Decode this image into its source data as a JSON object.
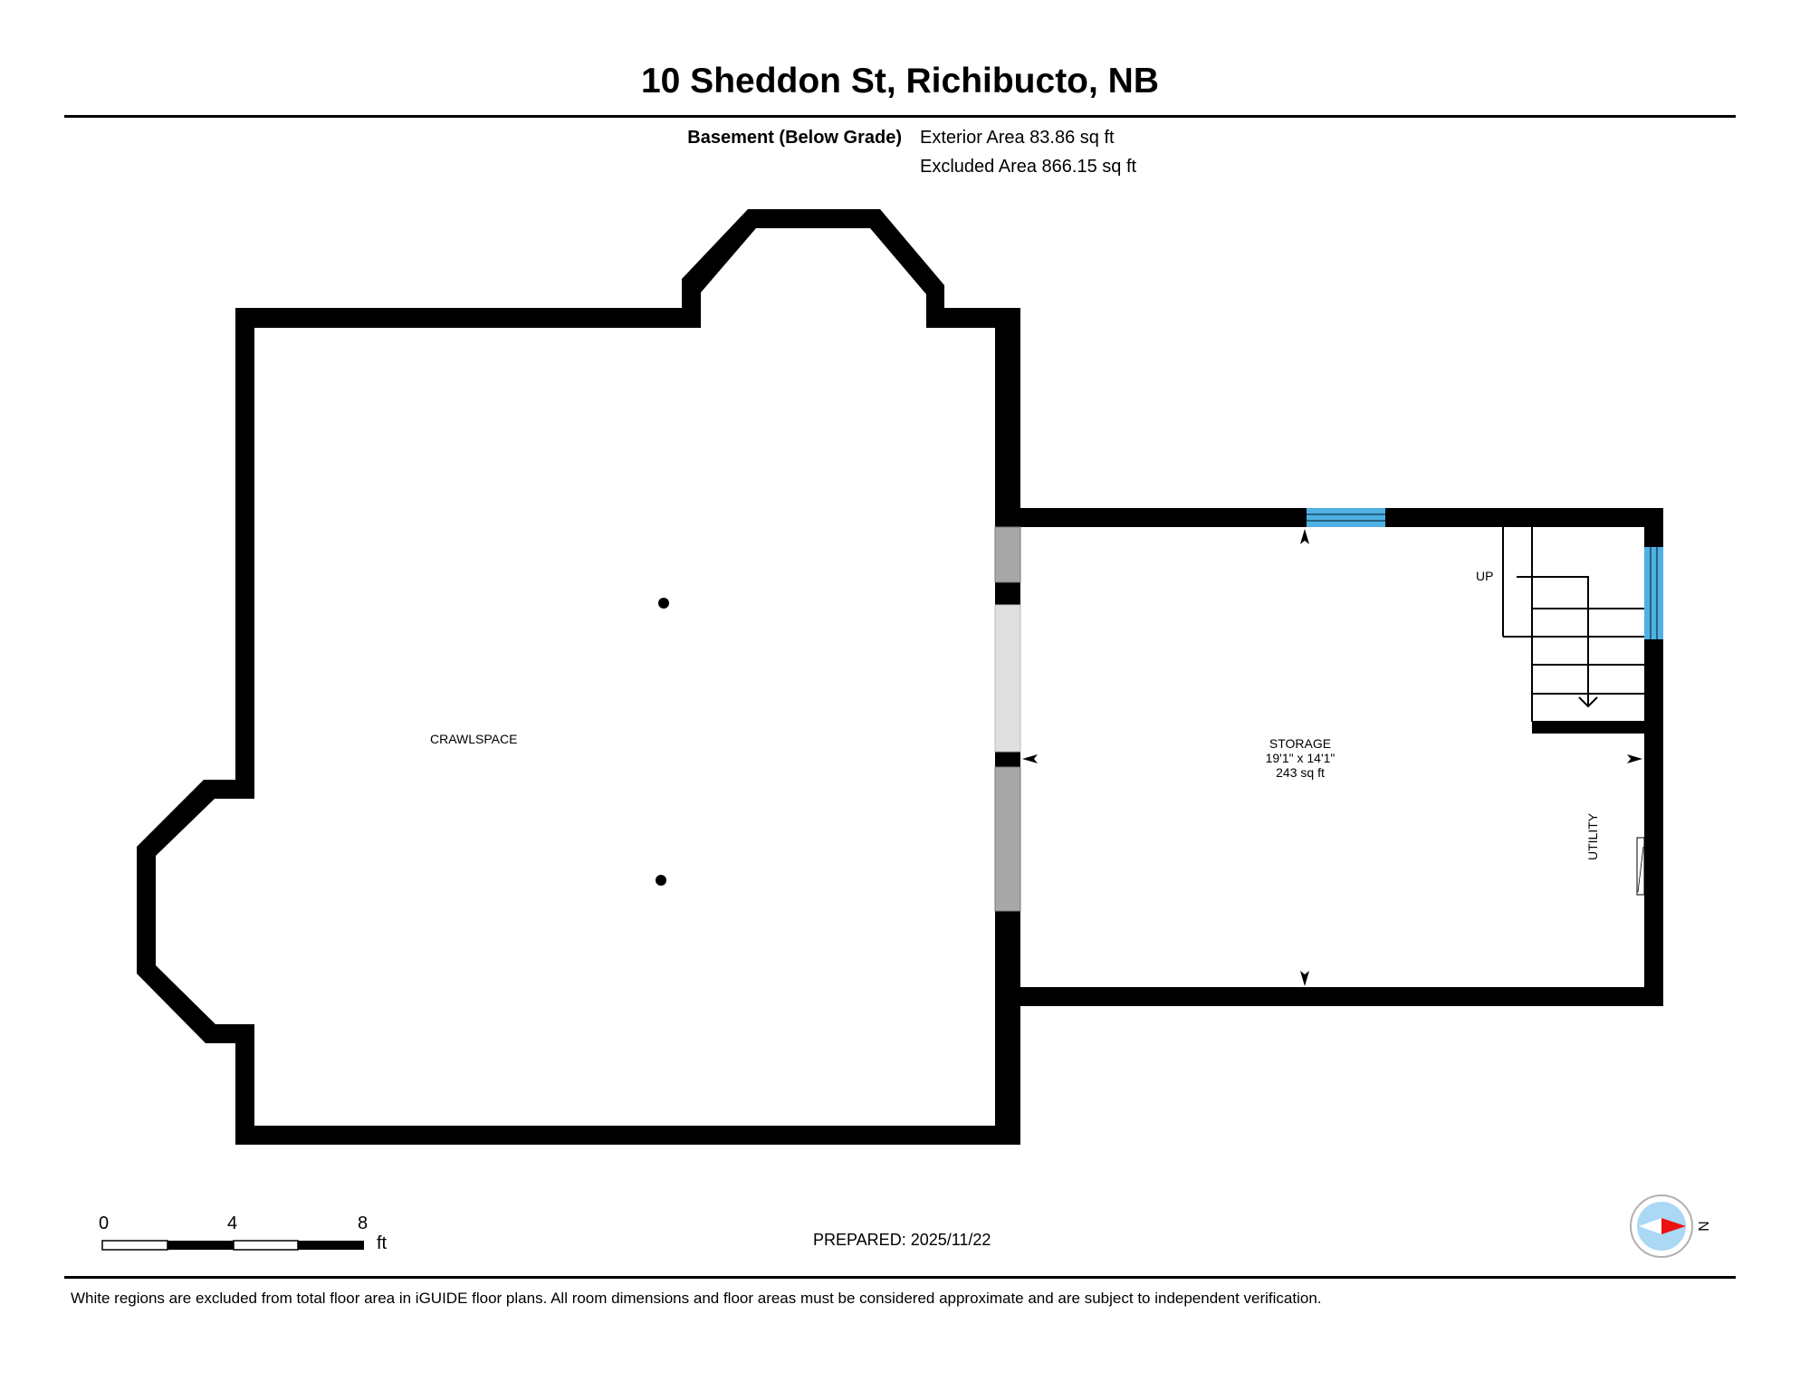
{
  "header": {
    "title": "10 Sheddon St, Richibucto, NB"
  },
  "floor_summary": {
    "floor_name": "Basement (Below Grade)",
    "exterior_area": "Exterior Area 83.86 sq ft",
    "excluded_area": "Excluded Area 866.15 sq ft"
  },
  "rooms": [
    {
      "name": "CRAWLSPACE"
    },
    {
      "name": "STORAGE",
      "dimensions": "19'1\" x 14'1\"",
      "area": "243 sq ft"
    }
  ],
  "labels": {
    "stairs": "UP",
    "utility": "UTILITY"
  },
  "scale_bar": {
    "ticks": [
      "0",
      "4",
      "8"
    ],
    "unit": "ft"
  },
  "compass": {
    "direction_label": "N",
    "colors": {
      "ring": "#b0b0b0",
      "disc": "#aad8f5",
      "north": "#ee1111",
      "south": "#ffffff"
    }
  },
  "prepared": "PREPARED: 2025/11/22",
  "footer": {
    "disclaimer": "White regions are excluded from total floor area in iGUIDE floor plans. All room dimensions and floor areas must be considered approximate and are subject to independent verification."
  },
  "colors": {
    "wall": "#000000",
    "window": "#4fb0e3",
    "opening_dark": "#a8a8a8",
    "opening_light": "#e0e0e0"
  }
}
